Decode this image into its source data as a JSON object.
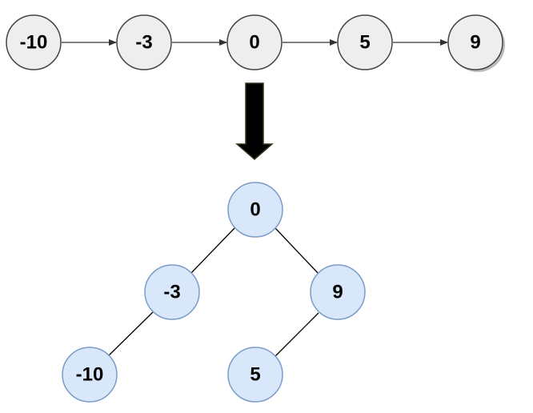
{
  "list": {
    "nodes": [
      "-10",
      "-3",
      "0",
      "5",
      "9"
    ]
  },
  "tree": {
    "root": "0",
    "left": "-3",
    "right": "9",
    "left_left": "-10",
    "right_left": "5"
  },
  "colors": {
    "list_fill": "#eeeeee",
    "list_stroke": "#444444",
    "tree_fill": "#d9e7fb",
    "tree_stroke": "#7a9cc8",
    "arrow_fill": "#000000",
    "edge": "#000000"
  }
}
